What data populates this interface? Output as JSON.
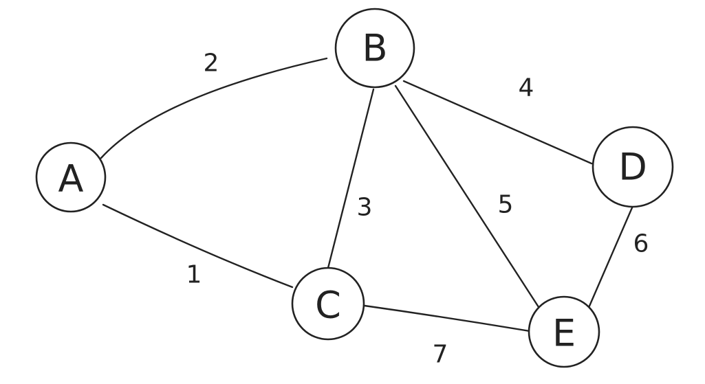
{
  "graph": {
    "nodes": [
      {
        "id": "A",
        "label": "A"
      },
      {
        "id": "B",
        "label": "B"
      },
      {
        "id": "C",
        "label": "C"
      },
      {
        "id": "D",
        "label": "D"
      },
      {
        "id": "E",
        "label": "E"
      }
    ],
    "edges": [
      {
        "from": "A",
        "to": "B",
        "weight": "2"
      },
      {
        "from": "A",
        "to": "C",
        "weight": "1"
      },
      {
        "from": "B",
        "to": "C",
        "weight": "3"
      },
      {
        "from": "B",
        "to": "D",
        "weight": "4"
      },
      {
        "from": "B",
        "to": "E",
        "weight": "5"
      },
      {
        "from": "D",
        "to": "E",
        "weight": "6"
      },
      {
        "from": "C",
        "to": "E",
        "weight": "7"
      }
    ]
  }
}
